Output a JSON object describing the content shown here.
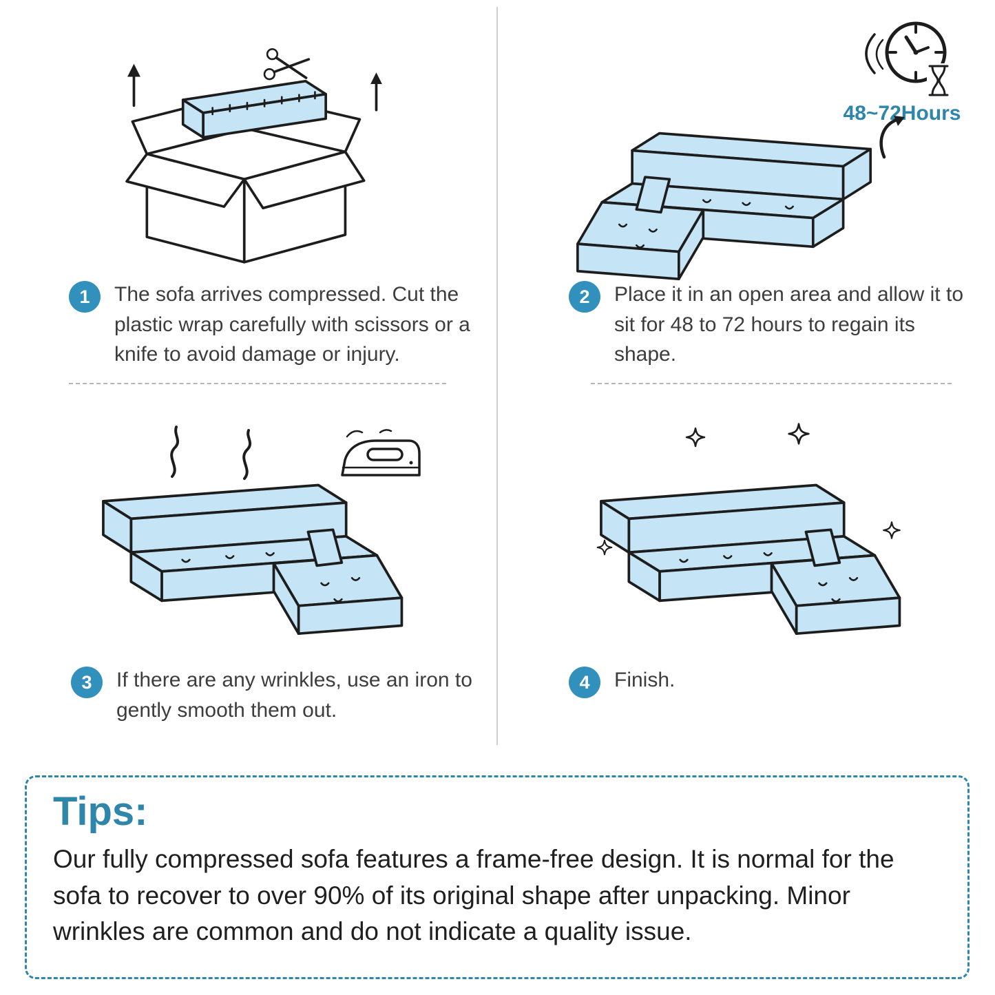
{
  "steps": [
    {
      "number": "1",
      "text": "The sofa arrives compressed. Cut the plastic wrap carefully with scissors or a knife to avoid damage or injury."
    },
    {
      "number": "2",
      "text": "Place it in an open area and allow it to sit for 48 to 72 hours to regain its shape."
    },
    {
      "number": "3",
      "text": "If there are any wrinkles, use an iron to gently smooth them out."
    },
    {
      "number": "4",
      "text": "Finish."
    }
  ],
  "duration_label": "48~72Hours",
  "tips": {
    "heading": "Tips:",
    "body": "Our fully compressed sofa features a frame-free design. It is normal for the sofa to recover to over 90% of its original shape after unpacking. Minor wrinkles are common and do not indicate a quality issue."
  },
  "icons": {
    "step1": [
      "box-illustration",
      "scissors-icon",
      "up-arrow-icon"
    ],
    "step2": [
      "sofa-illustration",
      "clock-icon",
      "hourglass-icon",
      "rise-arrow-icon"
    ],
    "step3": [
      "sofa-illustration",
      "steam-icon",
      "iron-icon"
    ],
    "step4": [
      "sofa-illustration",
      "sparkle-icon"
    ]
  },
  "colors": {
    "accent": "#2e86ab",
    "badge": "#3290bd",
    "sofa_fill": "#c5e5f6",
    "outline": "#1d1d1d",
    "text": "#3d3d3d",
    "divider": "#cfcfcf",
    "dash": "#b5b5b5"
  }
}
